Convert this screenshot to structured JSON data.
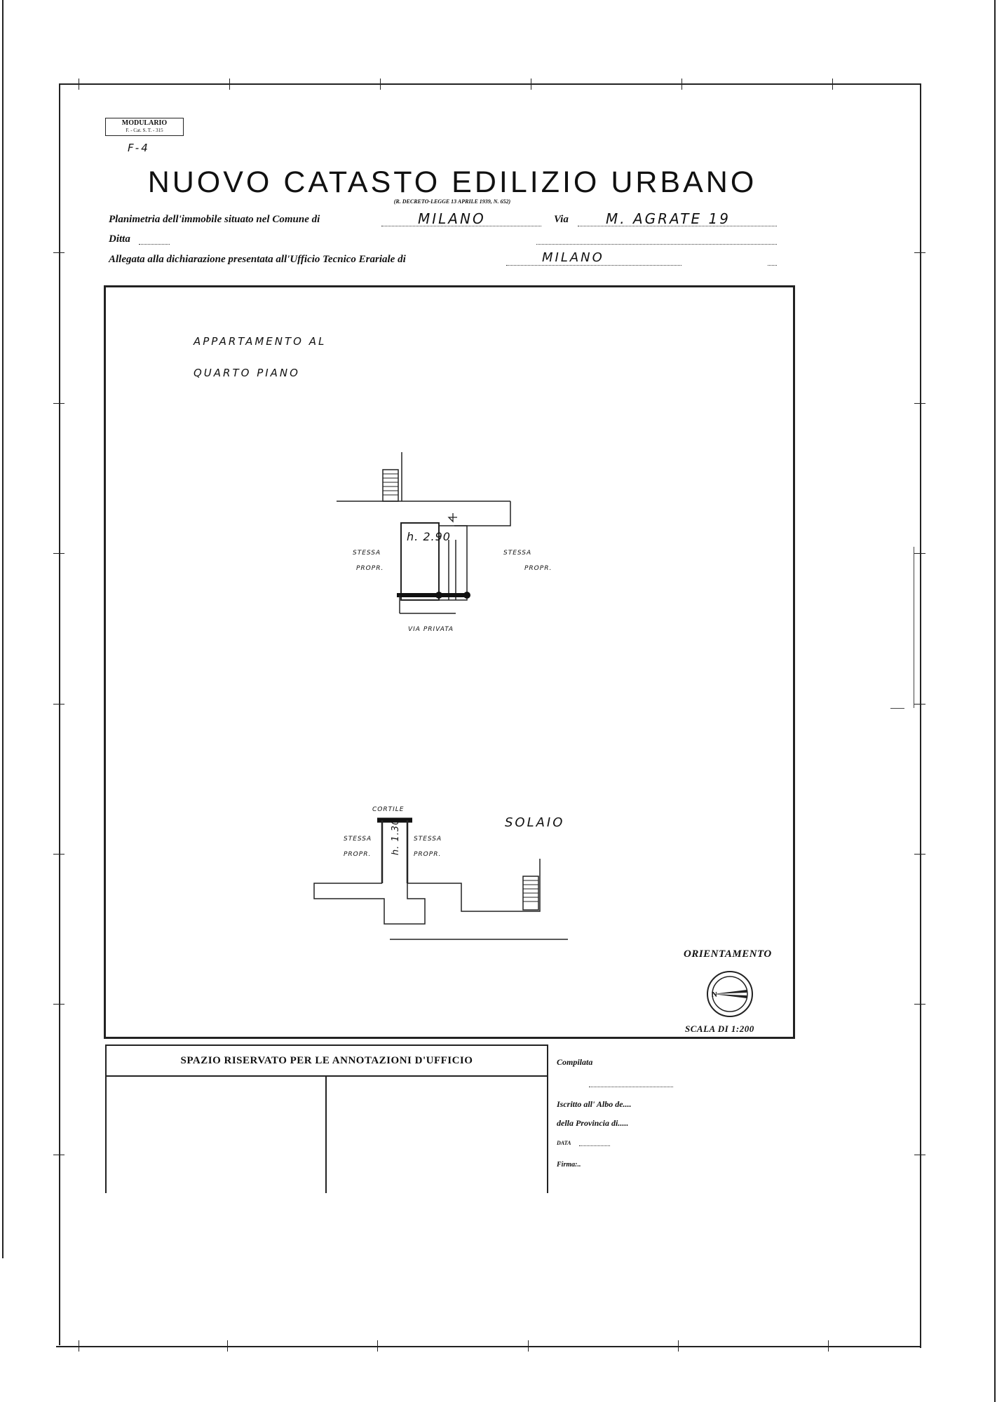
{
  "header": {
    "modulario_line1": "MODULARIO",
    "modulario_line2": "F. - Cat. S. T. - 315",
    "form_code": "F-4",
    "title": "NUOVO CATASTO EDILIZIO URBANO",
    "decree": "(R. DECRETO-LEGGE 13 APRILE 1939, N. 652)"
  },
  "form": {
    "planimetria_label": "Planimetria dell'immobile situato nel Comune di",
    "comune_value": "MILANO",
    "via_label": "Via",
    "via_value": "M. AGRATE 19",
    "ditta_label": "Ditta",
    "allegata_label": "Allegata alla dichiarazione presentata all'Ufficio Tecnico Erariale di",
    "ufficio_value": "MILANO"
  },
  "plan": {
    "description_line1": "APPARTAMENTO AL",
    "description_line2": "QUARTO PIANO",
    "height_label": "h. 2.90",
    "stessa_propr_left_1": "STESSA",
    "stessa_propr_left_2": "PROPR.",
    "stessa_propr_right_1": "STESSA",
    "stessa_propr_right_2": "PROPR.",
    "street_label": "VIA PRIVATA",
    "solaio_label": "SOLAIO",
    "cortile_label": "CORTILE",
    "solaio_height_label": "h. 1.30",
    "solaio_left_1": "STESSA",
    "solaio_left_2": "PROPR.",
    "solaio_right_1": "STESSA",
    "solaio_right_2": "PROPR.",
    "orientation_title": "ORIENTAMENTO",
    "scale": "SCALA DI 1:200"
  },
  "office": {
    "title": "SPAZIO RISERVATO PER LE ANNOTAZIONI D'UFFICIO",
    "compilata": "Compilata",
    "iscritto": "Iscritto all' Albo de....",
    "provincia": "della Provincia di.....",
    "data": "DATA",
    "firma": "Firma:.."
  }
}
